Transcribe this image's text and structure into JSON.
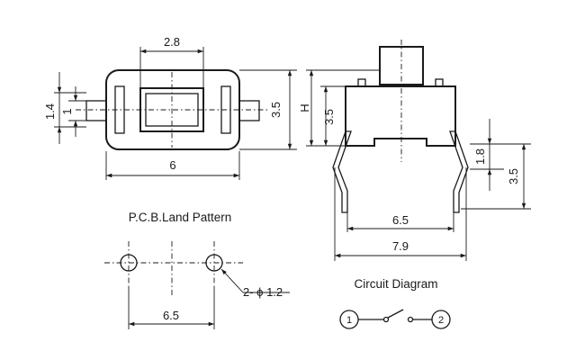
{
  "top_view": {
    "dim_width_top": "2.8",
    "dim_overall_width": "6",
    "dim_height_right": "3.5",
    "dim_left_outer": "1.4",
    "dim_left_inner": "1"
  },
  "side_view": {
    "dim_h": "H",
    "dim_body_height": "3.5",
    "dim_lead_step": "1.8",
    "dim_lead_total": "3.5",
    "dim_inner_span": "6.5",
    "dim_outer_span": "7.9"
  },
  "land_pattern": {
    "title": "P.C.B.Land Pattern",
    "dim_hole": "2- ϕ 1.2",
    "dim_pitch": "6.5"
  },
  "circuit": {
    "title": "Circuit Diagram",
    "pin1": "1",
    "pin2": "2"
  }
}
